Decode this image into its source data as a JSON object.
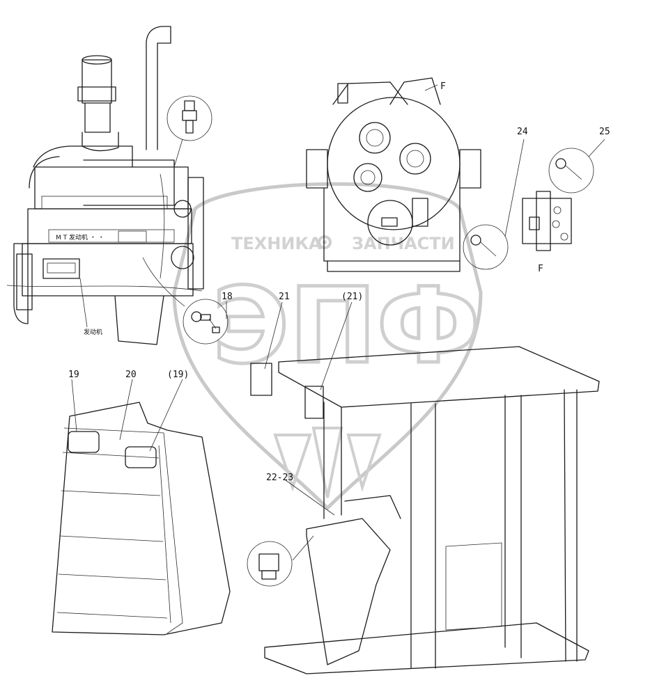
{
  "callouts": {
    "c18": "18",
    "c19": "19",
    "c19b": "(19)",
    "c20": "20",
    "c21": "21",
    "c21b": "(21)",
    "c22": "22-23",
    "c24": "24",
    "c25": "25"
  },
  "view_labels": {
    "f_top": "F",
    "f_side": "F"
  },
  "engine_plate": "发动机",
  "watermark": {
    "left_word": "ТЕХНИКА",
    "right_word": "ЗАПЧАСТИ",
    "logo_letters": "ЭПФ",
    "icon": "gear-icon"
  }
}
